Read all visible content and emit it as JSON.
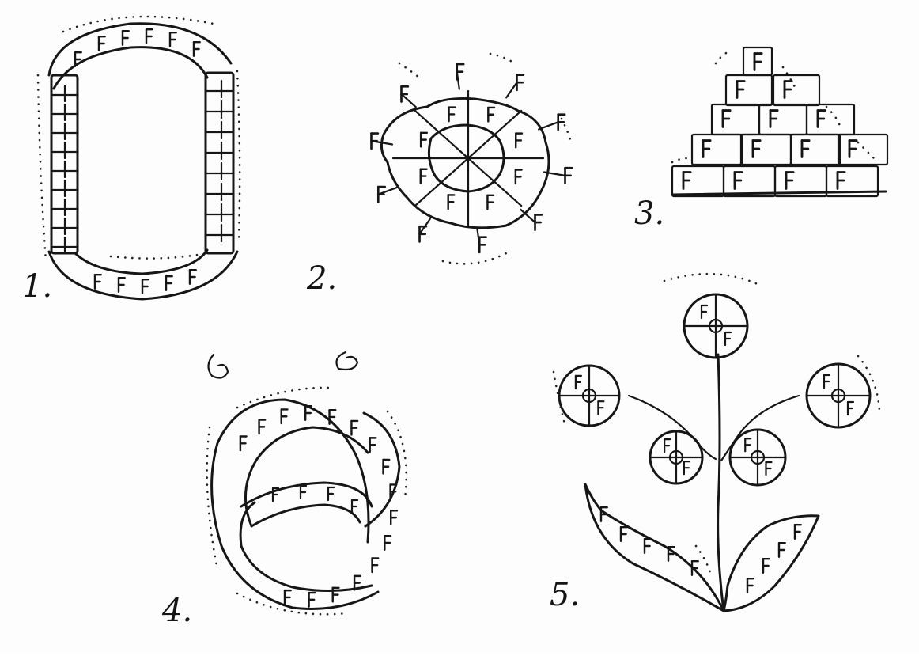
{
  "figures": [
    {
      "id": "fig-1",
      "label": "1.",
      "shape": "rounded-rectangle-frame",
      "tick_glyph": "couching-stitch"
    },
    {
      "id": "fig-2",
      "label": "2.",
      "shape": "radial-rosette",
      "tick_glyph": "couching-stitch"
    },
    {
      "id": "fig-3",
      "label": "3.",
      "shape": "stepped-pyramid",
      "tick_glyph": "couching-stitch"
    },
    {
      "id": "fig-4",
      "label": "4.",
      "shape": "crescent-band",
      "tick_glyph": "couching-stitch"
    },
    {
      "id": "fig-5",
      "label": "5.",
      "shape": "flower-with-stem-and-leaves",
      "tick_glyph": "couching-stitch"
    }
  ],
  "ink_color": "#161616",
  "paper_color": "#fdfdfd"
}
